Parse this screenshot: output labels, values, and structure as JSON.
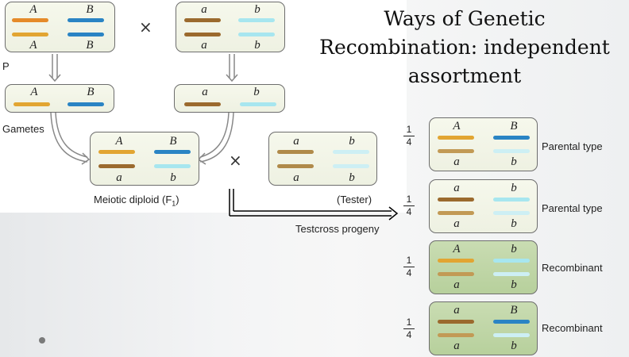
{
  "title": "Ways of Genetic Recombination: independent assortment",
  "colors": {
    "A": "#e2a532",
    "a": "#9b6a2e",
    "a_light": "#c29a55",
    "B": "#2a84c4",
    "b": "#a7e6ef"
  },
  "labels": {
    "p": "P",
    "gametes": "Gametes",
    "f1": "Meiotic diploid (F",
    "f1_sub": "1",
    "f1_close": ")",
    "tester": "(Tester)",
    "progeny": "Testcross progeny",
    "cross": "×"
  },
  "alleles": {
    "A": "A",
    "a": "a",
    "B": "B",
    "b": "b"
  },
  "progeny": [
    {
      "fraction_num": "1",
      "fraction_den": "4",
      "type": "Parental type"
    },
    {
      "fraction_num": "1",
      "fraction_den": "4",
      "type": "Parental type"
    },
    {
      "fraction_num": "1",
      "fraction_den": "4",
      "type": "Recombinant"
    },
    {
      "fraction_num": "1",
      "fraction_den": "4",
      "type": "Recombinant"
    }
  ]
}
